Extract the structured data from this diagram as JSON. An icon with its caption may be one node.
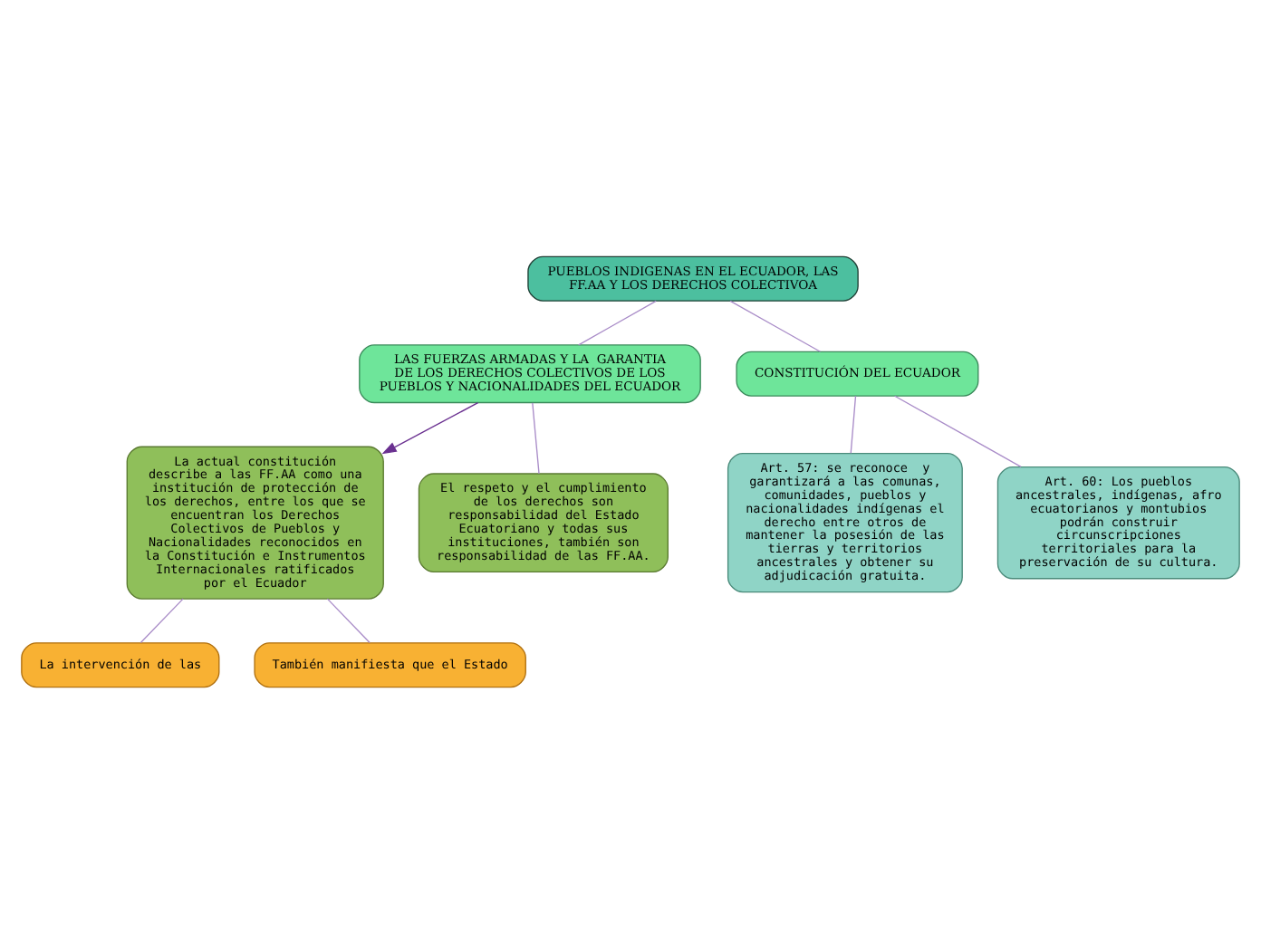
{
  "diagram": {
    "nodes": [
      {
        "text": [
          "PUEBLOS INDIGENAS EN EL ECUADOR, LAS FF.AA Y LOS DERECHOS COLECTIVOA"
        ]
      },
      {
        "text": [
          "LAS FUERZAS ARMADAS Y LA  GARANTIA DE LOS DERECHOS COLECTIVOS DE LOS PUEBLOS Y NACIONALIDADES DEL ECUADOR"
        ]
      },
      {
        "text": [
          "CONSTITUCIÓN DEL ECUADOR"
        ]
      },
      {
        "text": [
          "La actual constitución describe a las FF.AA como una institución de protección de los derechos, entre los que se encuentran los Derechos Colectivos de Pueblos y Nacionalidades reconocidos en la Constitución e Instrumentos Internacionales ratificados por el Ecuador"
        ]
      },
      {
        "text": [
          "El respeto y el cumplimiento de los derechos son responsabilidad del Estado Ecuatoriano y todas sus instituciones, también son responsabilidad de las FF.AA."
        ]
      },
      {
        "text": [
          "Art. 57: se reconoce  y garantizará a las comunas, comunidades, pueblos y nacionalidades indígenas el derecho entre otros de mantener la posesión de las tierras y territorios ancestrales y obtener su adjudicación gratuita."
        ]
      },
      {
        "text": [
          "Art. 60: Los pueblos ancestrales, indígenas, afro ecuatorianos y montubios podrán construir circunscripciones territoriales para la preservación de su cultura."
        ]
      },
      {
        "text": [
          "La intervención de las"
        ]
      },
      {
        "text": [
          "También manifiesta que el Estado"
        ]
      }
    ],
    "edges": [
      {
        "from": 0,
        "to": 1,
        "arrow": "none"
      },
      {
        "from": 0,
        "to": 2,
        "arrow": "none"
      },
      {
        "from": 1,
        "to": 3,
        "arrow": "to",
        "color": "#6a3090"
      },
      {
        "from": 1,
        "to": 4,
        "arrow": "none"
      },
      {
        "from": 2,
        "to": 5,
        "arrow": "none"
      },
      {
        "from": 2,
        "to": 6,
        "arrow": "none"
      },
      {
        "from": 3,
        "to": 7,
        "arrow": "none"
      },
      {
        "from": 3,
        "to": 8,
        "arrow": "none"
      }
    ]
  }
}
